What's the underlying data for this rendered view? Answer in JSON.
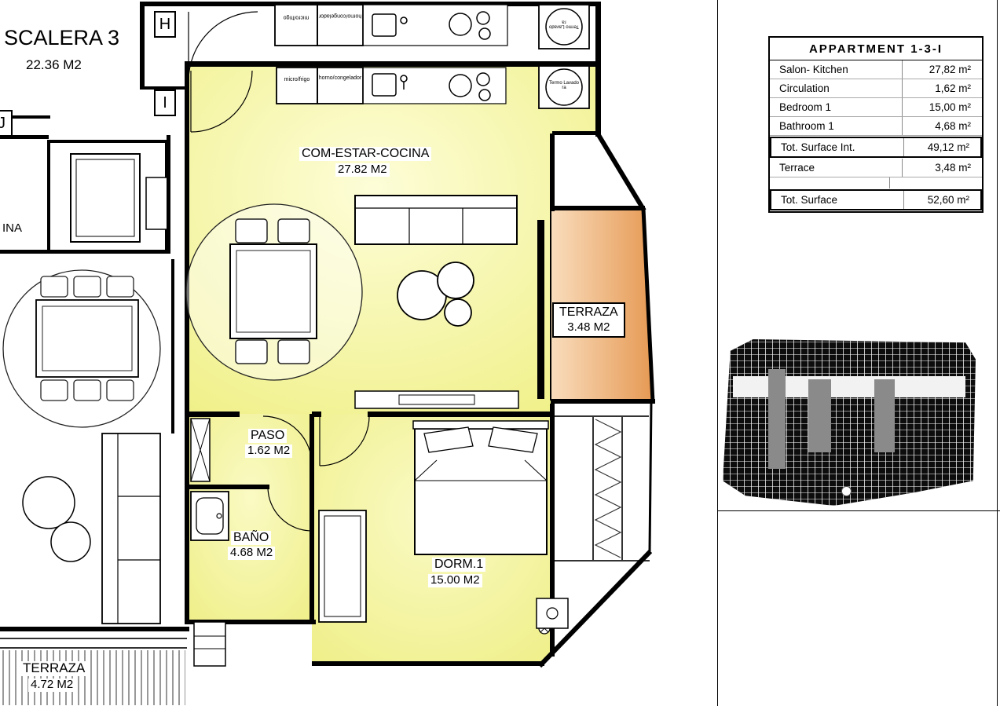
{
  "plan": {
    "grid": {
      "h": "H",
      "i": "I",
      "j": "J"
    },
    "stair": {
      "name": "SCALERA 3",
      "area": "22.36 M2"
    },
    "partial_text": "INA",
    "rooms": {
      "living": {
        "name": "COM-ESTAR-COCINA",
        "area": "27.82 M2"
      },
      "terrace": {
        "name": "TERRAZA",
        "area": "3.48 M2"
      },
      "hall": {
        "name": "PASO",
        "area": "1.62 M2"
      },
      "bathroom": {
        "name": "BAÑO",
        "area": "4.68 M2"
      },
      "bedroom": {
        "name": "DORM.1",
        "area": "15.00 M2"
      },
      "terrace_lower": {
        "name": "TERRAZA",
        "area": "4.72 M2"
      }
    },
    "appliances": {
      "micro_fridge": "micro/frigo",
      "oven_freezer": "horno/congelador",
      "boiler_washer": "Termo Lavadora"
    }
  },
  "table": {
    "title": "APPARTMENT 1-3-I",
    "rows": [
      {
        "label": "Salon- Kitchen",
        "value": "27,82 m²"
      },
      {
        "label": "Circulation",
        "value": "1,62 m²"
      },
      {
        "label": "Bedroom 1",
        "value": "15,00 m²"
      },
      {
        "label": "Bathroom 1",
        "value": "4,68 m²"
      },
      {
        "label": "Tot. Surface Int.",
        "value": "49,12 m²"
      },
      {
        "label": "Terrace",
        "value": "3,48 m²"
      },
      {
        "label": "Tot. Surface",
        "value": "52,60 m²"
      }
    ]
  },
  "colors": {
    "room_highlight": "#f2f28e",
    "terrace_gradient_start": "#f9ddbd",
    "terrace_gradient_end": "#e69a55",
    "wall": "#000000"
  }
}
